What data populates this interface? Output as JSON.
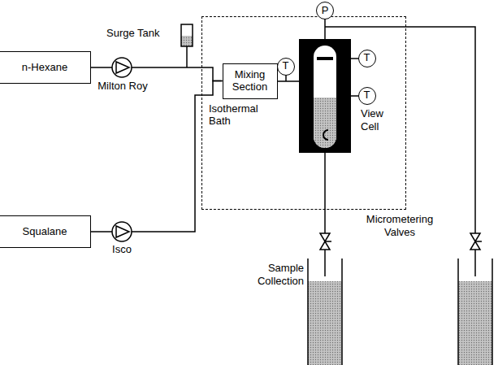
{
  "diagram": {
    "nodes": [
      {
        "text": [
          "n-Hexane"
        ]
      },
      {
        "text": [
          "Squalane"
        ]
      },
      {
        "text": [
          "Isothermal Bath"
        ]
      },
      {
        "text": [
          "Mixing Section"
        ],
        "in": 2
      },
      {
        "text": [
          "T"
        ],
        "in": 2
      },
      {
        "text": [
          "P"
        ]
      },
      {
        "text": [
          "T"
        ],
        "in": 2
      },
      {
        "text": [
          "T"
        ],
        "in": 2
      }
    ],
    "edges": [
      {
        "from": 0,
        "to": 3,
        "arrow": "none"
      },
      {
        "from": 1,
        "to": 3,
        "arrow": "none"
      }
    ],
    "labels": [
      "Surge Tank",
      "Milton Roy",
      "View Cell",
      "Micrometering Valves",
      "Isco",
      "Sample Collection"
    ]
  }
}
